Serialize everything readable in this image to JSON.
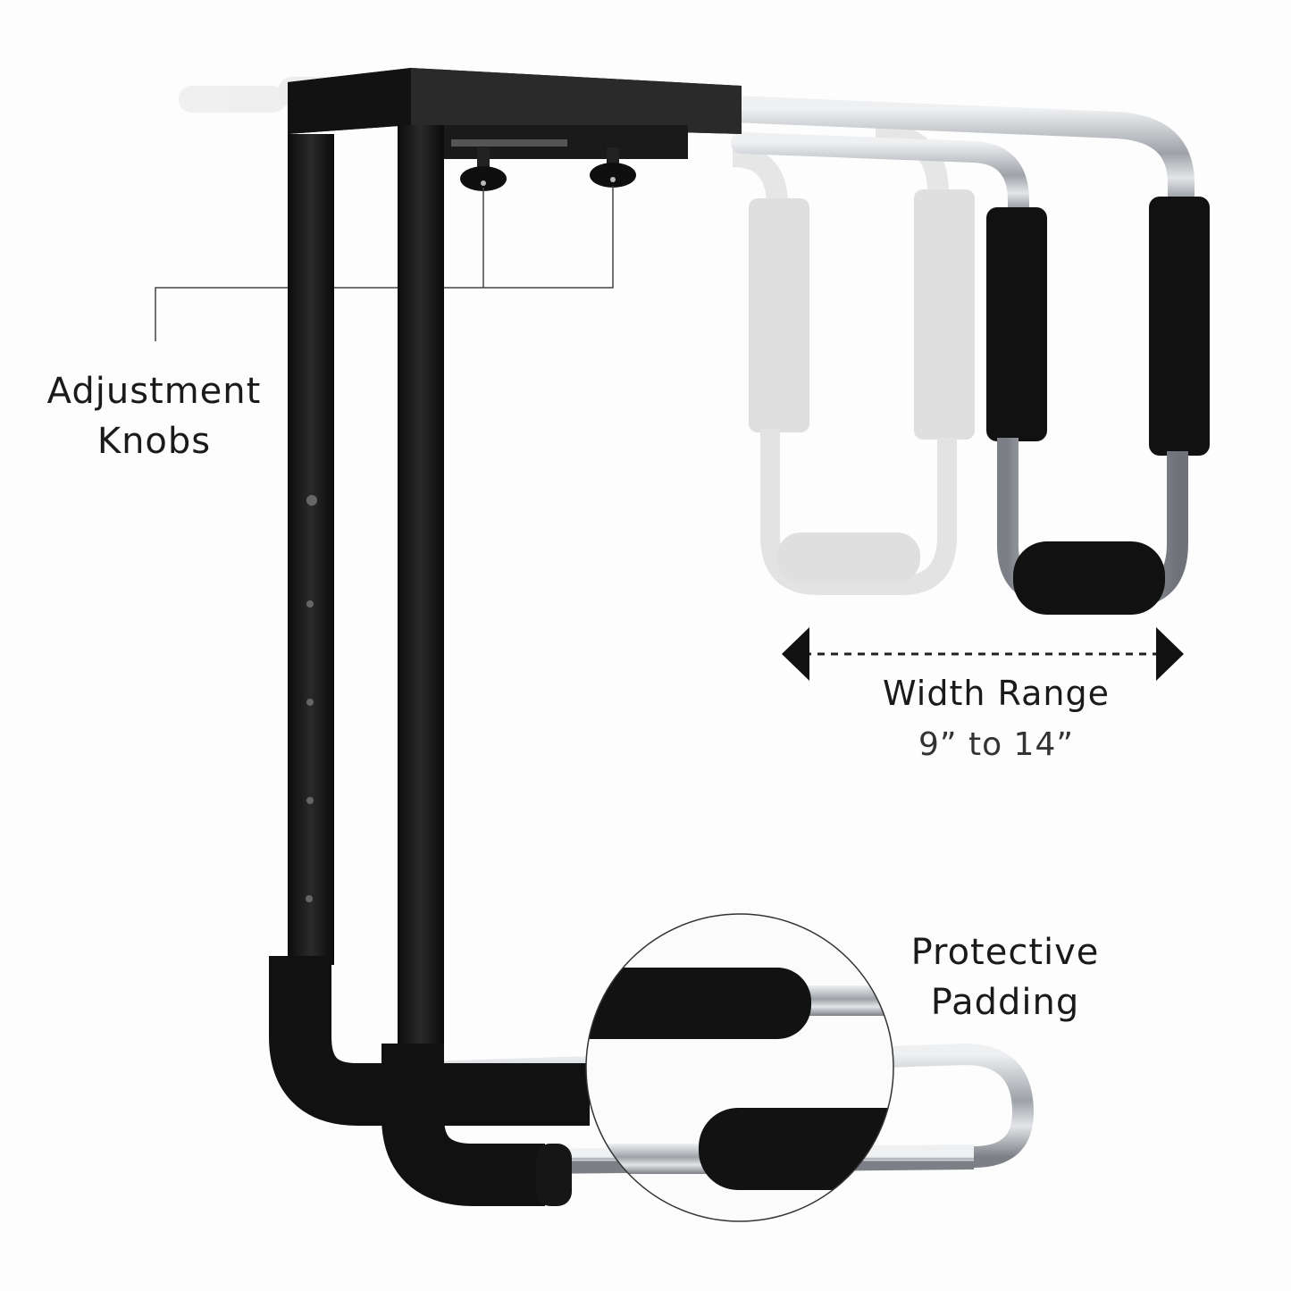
{
  "callouts": {
    "adjustment_knobs": {
      "line1": "Adjustment",
      "line2": "Knobs"
    },
    "width_range": {
      "title": "Width Range",
      "value": "9” to 14”"
    },
    "protective_padding": {
      "line1": "Protective",
      "line2": "Padding"
    }
  },
  "colors": {
    "background": "#fdfdfd",
    "frame_black": "#1a1a1a",
    "foam_black": "#111111",
    "chrome": "#b9bcc0",
    "ghost_gray": "#cfcfcf",
    "text": "#1a1a1a"
  },
  "icons": [
    "width-arrow-left-icon",
    "width-arrow-right-icon",
    "adjustment-knob-icon"
  ]
}
